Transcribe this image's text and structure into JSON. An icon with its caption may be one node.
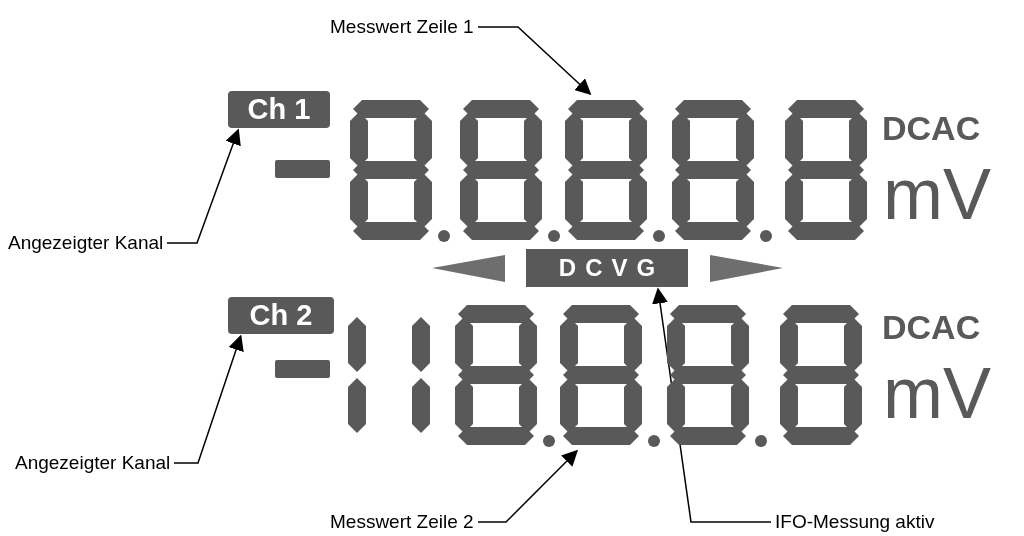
{
  "diagram": {
    "nodes": [
      {
        "text": [
          "Messwert Zeile 1"
        ]
      },
      {
        "text": [
          "Ch 1"
        ]
      },
      {
        "text": [],
        "shape": "picture",
        "beside": [
          "DCAC",
          "mV"
        ]
      },
      {
        "text": [
          "Angezeigter Kanal"
        ]
      },
      {
        "text": [
          "DCVG"
        ]
      },
      {
        "text": [
          "Ch 2"
        ]
      },
      {
        "text": [],
        "shape": "picture",
        "beside": [
          "DCAC",
          "mV"
        ]
      },
      {
        "text": [
          "Angezeigter Kanal"
        ]
      },
      {
        "text": [
          "Messwert Zeile 2"
        ]
      },
      {
        "text": [
          "IFO-Messung aktiv"
        ]
      }
    ],
    "edges": [
      {
        "from": 0,
        "to": 2,
        "arrow": "to"
      },
      {
        "from": 3,
        "to": 1,
        "arrow": "to"
      },
      {
        "from": 7,
        "to": 5,
        "arrow": "to"
      },
      {
        "from": 8,
        "to": 6,
        "arrow": "to"
      },
      {
        "from": 9,
        "to": 4,
        "arrow": "to"
      }
    ]
  }
}
